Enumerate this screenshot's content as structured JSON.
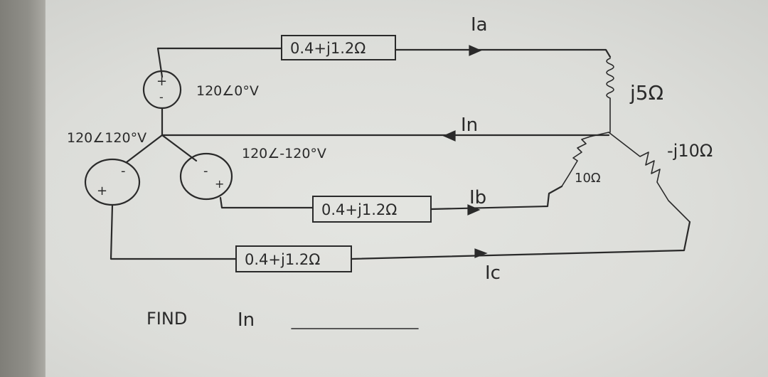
{
  "impedance_a": "0.4+j1.2Ω",
  "impedance_b": "0.4+j1.2Ω",
  "impedance_c": "0.4+j1.2Ω",
  "source_a": "120∠0°V",
  "source_b": "120∠-120°V",
  "source_c": "120∠120°V",
  "source_a_pos": "+",
  "source_a_neg": "-",
  "source_b_pos": "+",
  "source_b_neg": "-",
  "source_c_pos": "+",
  "source_c_neg": "-",
  "current_a": "Ia",
  "current_b": "Ib",
  "current_c": "Ic",
  "current_n": "In",
  "load_a": "j5Ω",
  "load_b": "10Ω",
  "load_c": "-j10Ω",
  "prompt_label": "FIND",
  "prompt_var": "In",
  "colors": {
    "ink": "#2a2a2a",
    "paper": "#dedfdb"
  }
}
